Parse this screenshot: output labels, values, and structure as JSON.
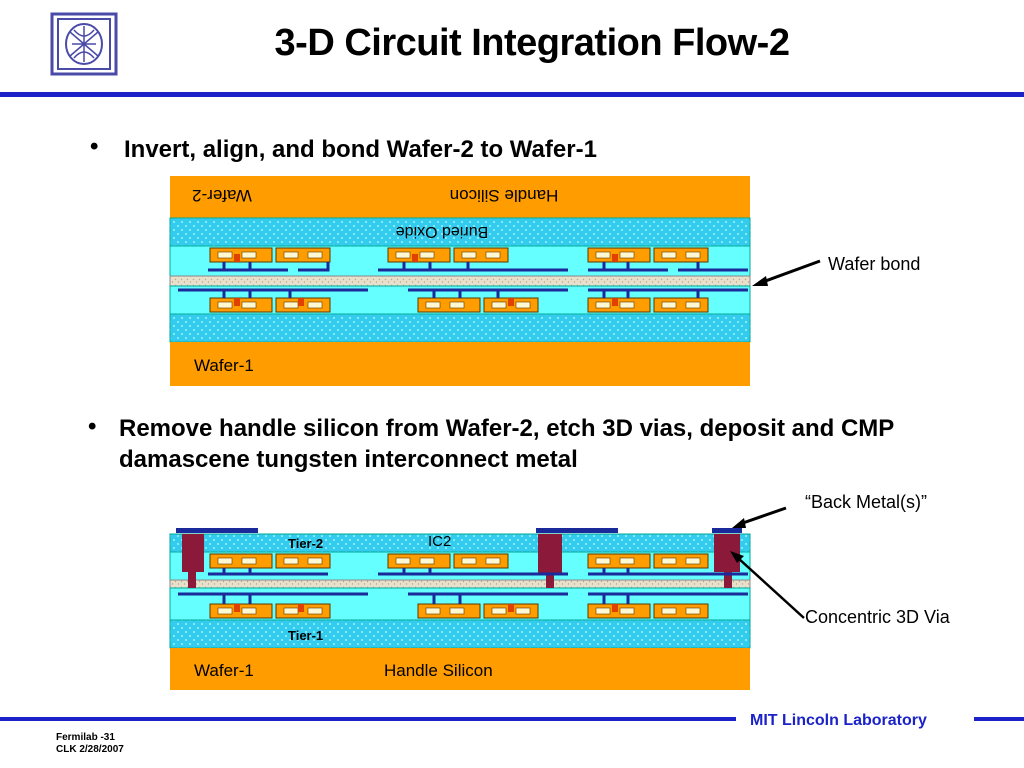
{
  "title": "3-D Circuit Integration Flow-2",
  "bullets": [
    {
      "symbol": "•",
      "text": "Invert, align, and bond Wafer-2 to Wafer-1"
    },
    {
      "symbol": "•",
      "text": "Remove handle silicon from Wafer-2, etch 3D vias, deposit and CMP damascene tungsten interconnect metal"
    }
  ],
  "diagram1": {
    "handle_silicon": "Handle Silicon",
    "wafer2": "Wafer-2",
    "buried_oxide": "Buried Oxide",
    "wafer1": "Wafer-1",
    "callout": "Wafer bond"
  },
  "diagram2": {
    "tier2": "Tier-2",
    "ic2": "IC2",
    "tier1": "Tier-1",
    "wafer1": "Wafer-1",
    "handle_silicon": "Handle Silicon",
    "callout_back_metal": "“Back Metal(s)”",
    "callout_via": "Concentric 3D Via"
  },
  "footer": {
    "lab": "MIT Lincoln Laboratory",
    "line1": "Fermilab -31",
    "line2": "CLK 2/28/2007"
  },
  "colors": {
    "orange": "#ff9c00",
    "oxide": "#33ccee",
    "cyan": "#66ffff",
    "metal": "#1a2a9a",
    "via": "#8b1a3a",
    "bond": "#e8e0cc",
    "accent": "#1a22c8"
  }
}
